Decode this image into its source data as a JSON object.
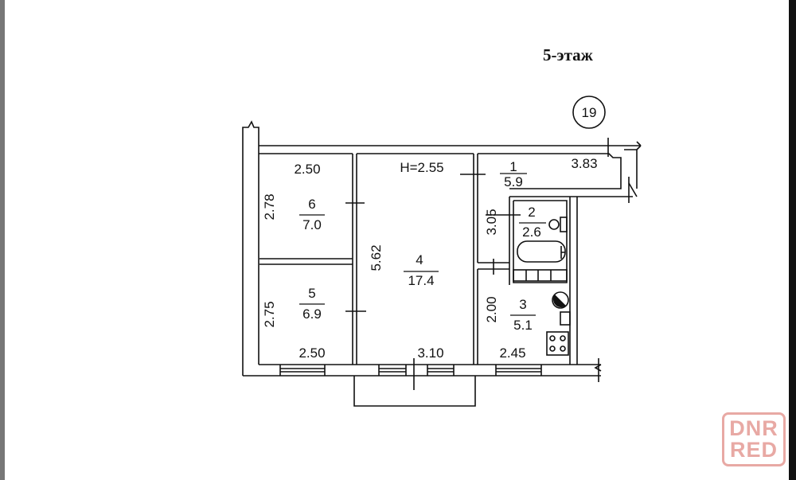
{
  "floor_label": "5-этаж",
  "building_number": "19",
  "ceiling_height": "H=2.55",
  "rooms": [
    {
      "number": "1",
      "area": "5.9"
    },
    {
      "number": "2",
      "area": "2.6"
    },
    {
      "number": "3",
      "area": "5.1"
    },
    {
      "number": "4",
      "area": "17.4"
    },
    {
      "number": "5",
      "area": "6.9"
    },
    {
      "number": "6",
      "area": "7.0"
    }
  ],
  "dimensions": {
    "room6_width": "2.50",
    "room6_length": "2.78",
    "room5_width": "2.50",
    "room5_length": "2.75",
    "room4_length": "5.62",
    "room4_width": "3.10",
    "corridor_length": "3.83",
    "bath_length": "3.05",
    "kitchen_length": "2.00",
    "kitchen_width": "2.45"
  },
  "watermark": "DNR RED"
}
